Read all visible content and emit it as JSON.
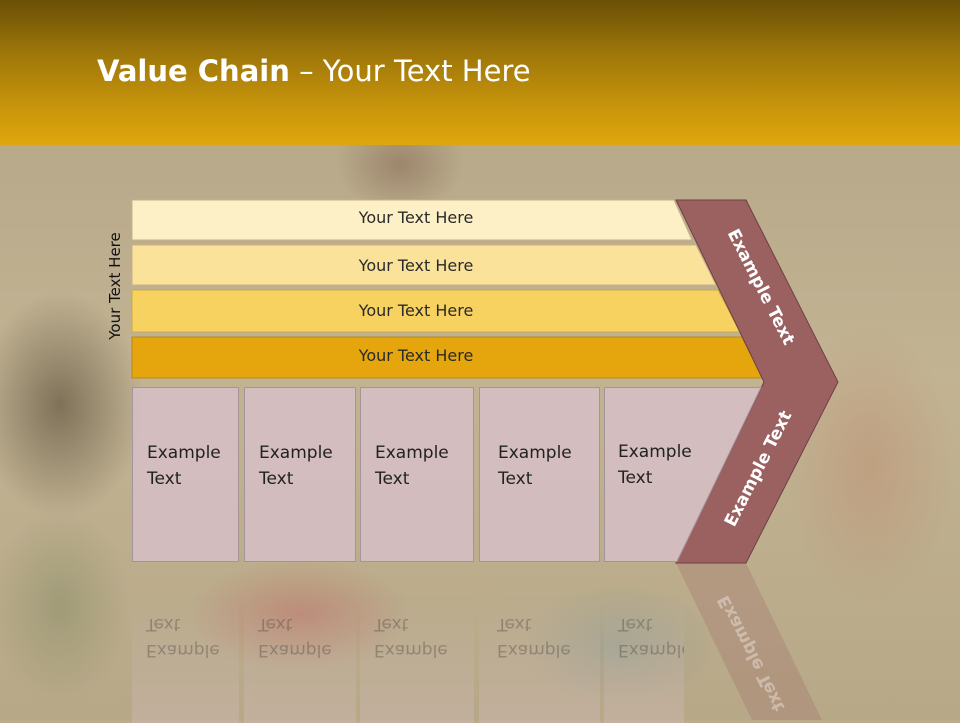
{
  "header": {
    "title_bold": "Value Chain",
    "title_rest": " – Your Text Here"
  },
  "side_label": "Your Text Here",
  "bars": [
    {
      "label": "Your Text Here",
      "color": "#fdf0c6"
    },
    {
      "label": "Your Text Here",
      "color": "#fbe29a"
    },
    {
      "label": "Your Text Here",
      "color": "#f8d260"
    },
    {
      "label": "Your Text Here",
      "color": "#e4a50d"
    }
  ],
  "boxes": [
    {
      "line1": "Example",
      "line2": "Text"
    },
    {
      "line1": "Example",
      "line2": "Text"
    },
    {
      "line1": "Example",
      "line2": "Text"
    },
    {
      "line1": "Example",
      "line2": "Text"
    },
    {
      "line1": "Example",
      "line2": "Text"
    }
  ],
  "chevron": {
    "upper_label": "Example Text",
    "lower_label": "Example Text",
    "color": "#9b6161"
  }
}
